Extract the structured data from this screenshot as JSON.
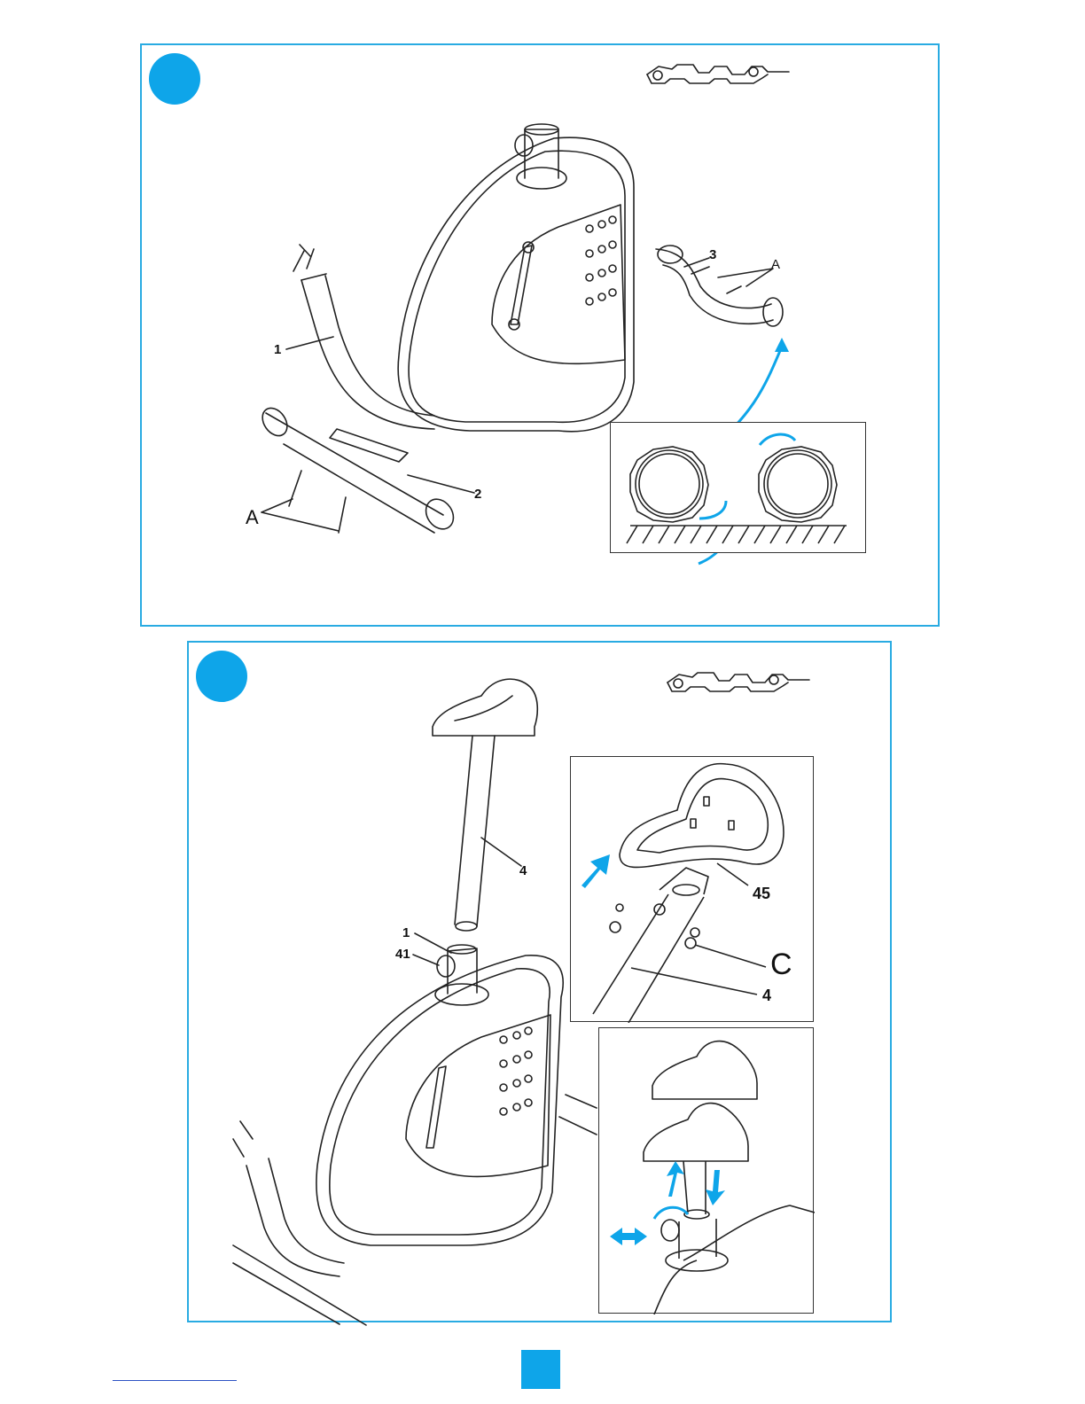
{
  "colors": {
    "accent": "#0ea5e9",
    "frame": "#29abe2",
    "line": "#222222",
    "footer_rule": "#2b52c4"
  },
  "step1": {
    "callouts": {
      "part_1": "1",
      "part_2": "2",
      "part_3": "3",
      "fastener_a_left": "A",
      "fastener_a_right": "A"
    },
    "icons": [
      "wrench-icon",
      "rotate-arrow-icon",
      "curved-double-arrow-icon"
    ]
  },
  "step2": {
    "callouts": {
      "part_4": "4",
      "part_1": "1",
      "part_41": "41",
      "inset_part_45": "45",
      "inset_fastener_c": "C",
      "inset_part_4": "4"
    },
    "icons": [
      "wrench-icon",
      "push-arrow-icon",
      "up-arrow-icon",
      "down-arrow-icon",
      "horizontal-double-arrow-icon",
      "rotate-arrow-icon"
    ]
  }
}
